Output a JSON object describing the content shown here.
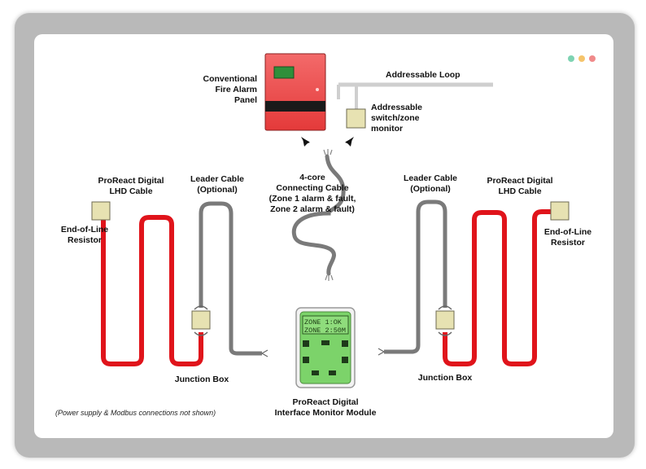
{
  "window": {
    "dot_colors": [
      "#7ed3b2",
      "#f5c46b",
      "#f08a8a"
    ]
  },
  "labels": {
    "panel": [
      "Conventional",
      "Fire Alarm",
      "Panel"
    ],
    "loop": "Addressable Loop",
    "zone_monitor": [
      "Addressable",
      "switch/zone",
      "monitor"
    ],
    "connecting_cable": [
      "4-core",
      "Connecting Cable",
      "(Zone 1 alarm & fault,",
      "Zone 2 alarm & fault)"
    ],
    "lhd_left": [
      "ProReact Digital",
      "LHD Cable"
    ],
    "leader_left": [
      "Leader Cable",
      "(Optional)"
    ],
    "eol_left": [
      "End-of-Line",
      "Resistor"
    ],
    "junction_left": "Junction Box",
    "leader_right": [
      "Leader Cable",
      "(Optional)"
    ],
    "lhd_right": [
      "ProReact Digital",
      "LHD Cable"
    ],
    "eol_right": [
      "End-of-Line",
      "Resistor"
    ],
    "junction_right": "Junction Box",
    "module": [
      "ProReact Digital",
      "Interface Monitor Module"
    ],
    "note": "(Power supply & Modbus connections not shown)"
  },
  "module_display": {
    "line1": "ZONE 1:OK",
    "line2": "ZONE 2:50M"
  },
  "colors": {
    "lhd_cable": "#e0141b",
    "leader_cable": "#7a7a7a",
    "panel": "#ef4b4b",
    "module": "#7cd36a",
    "box": "#e7e2b2"
  }
}
